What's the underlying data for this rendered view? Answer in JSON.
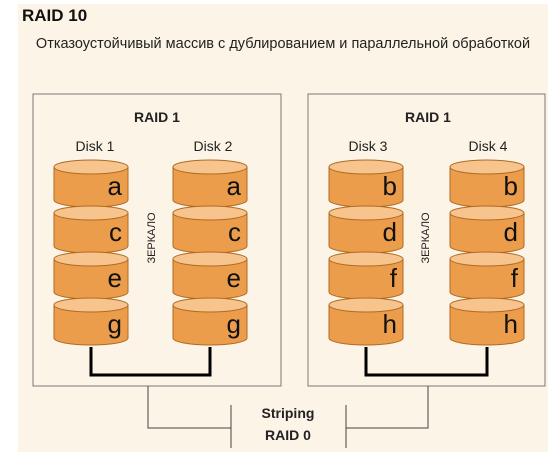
{
  "title": "RAID 10",
  "subtitle": "Отказоустойчивый массив с дублированием и параллельной обработкой",
  "colors": {
    "panel_bg": "#fcf4e6",
    "group_bg": "#fcf4e6",
    "disk_fill": "#eb9d4b",
    "disk_top": "#f6c48c",
    "disk_stroke": "#b06a22",
    "wire": "#000000"
  },
  "groups": [
    {
      "label": "RAID 1",
      "mirror_label": "ЗЕРКАЛО",
      "disks": [
        {
          "label": "Disk 1",
          "blocks": [
            "a",
            "c",
            "e",
            "g"
          ]
        },
        {
          "label": "Disk 2",
          "blocks": [
            "a",
            "c",
            "e",
            "g"
          ]
        }
      ]
    },
    {
      "label": "RAID 1",
      "mirror_label": "ЗЕРКАЛО",
      "disks": [
        {
          "label": "Disk 3",
          "blocks": [
            "b",
            "d",
            "f",
            "h"
          ]
        },
        {
          "label": "Disk 4",
          "blocks": [
            "b",
            "d",
            "f",
            "h"
          ]
        }
      ]
    }
  ],
  "striping": {
    "line1": "Striping",
    "line2": "RAID 0"
  }
}
